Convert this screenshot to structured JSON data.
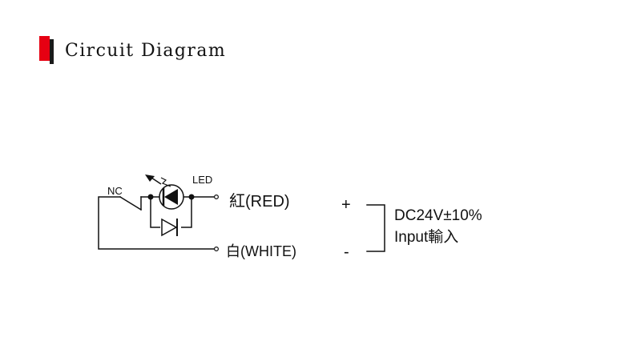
{
  "header": {
    "title": "Circuit Diagram",
    "accent_color": "#e60012"
  },
  "diagram": {
    "labels": {
      "nc": "NC",
      "led": "LED",
      "red_wire": "紅(RED)",
      "white_wire": "白(WHITE)",
      "plus": "+",
      "minus": "-",
      "supply_voltage": "DC24V±10%",
      "supply_input": "Input輸入"
    }
  }
}
